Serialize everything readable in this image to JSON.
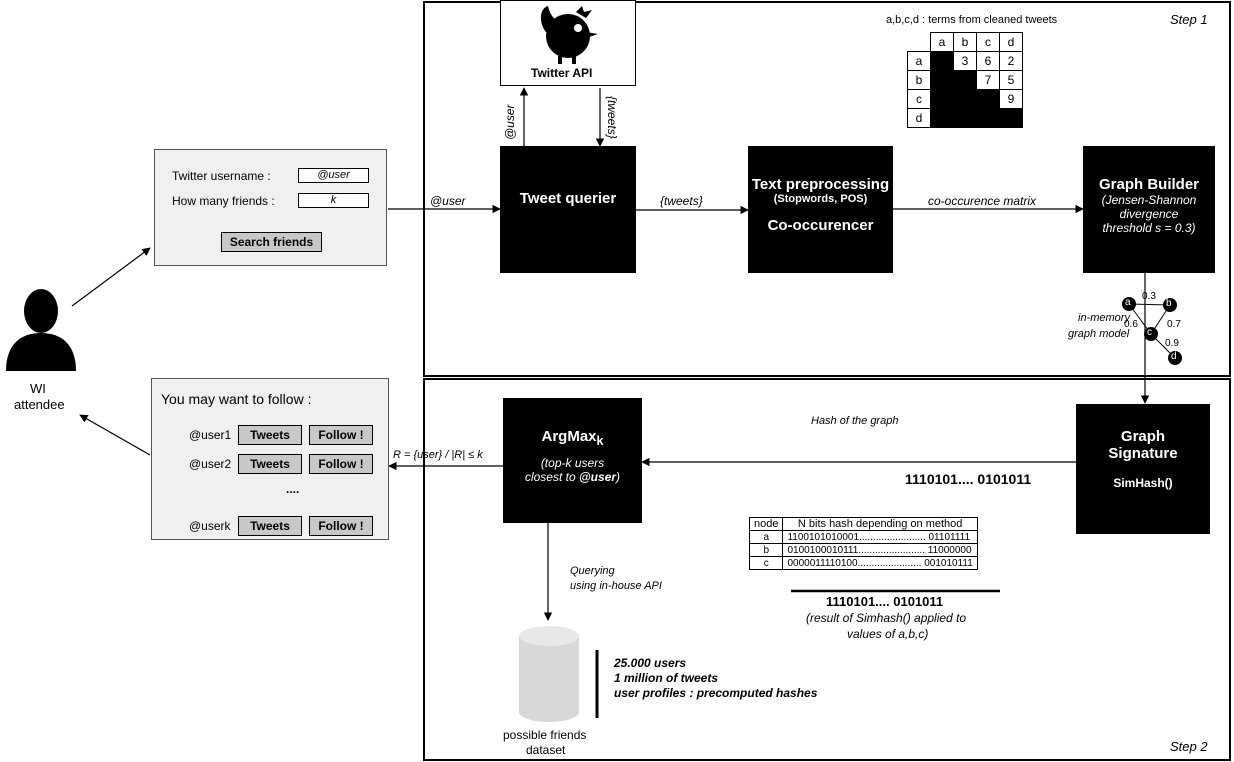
{
  "step1": "Step 1",
  "step2": "Step 2",
  "attendee": {
    "line1": "WI",
    "line2": "attendee"
  },
  "search_panel": {
    "username_label": "Twitter username :",
    "username_value": "@user",
    "friends_label": "How many friends :",
    "friends_value": "k",
    "search_button": "Search friends"
  },
  "result_panel": {
    "title": "You may want to follow :",
    "rows": [
      {
        "user": "@user1",
        "tweets": "Tweets",
        "follow": "Follow !"
      },
      {
        "user": "@user2",
        "tweets": "Tweets",
        "follow": "Follow !"
      },
      {
        "user": "@userk",
        "tweets": "Tweets",
        "follow": "Follow !"
      }
    ],
    "ellipsis": "...."
  },
  "twitter_api": "Twitter API",
  "edge_labels": {
    "at_user_in": "@user",
    "at_user_up": "@user",
    "tweets_down": "{tweets}",
    "tweets_mid": "{tweets}",
    "cooc_matrix": "co-occurence matrix",
    "in_memory_1": "in-memory",
    "in_memory_2": "graph model",
    "hash_of_graph": "Hash of the graph",
    "hash_bits": "1110101.... 0101011",
    "result_set": "R = {user} / |R| ≤ k",
    "querying_1": "Querying",
    "querying_2": "using in-house API"
  },
  "blocks": {
    "tweet_querier": "Tweet querier",
    "text_pre": "Text preprocessing",
    "text_pre_sub": "(Stopwords, POS)",
    "coocc": "Co-occurencer",
    "graph_builder": "Graph Builder",
    "gb_sub1": "(Jensen-Shannon",
    "gb_sub2": "divergence",
    "gb_sub3": "threshold s = 0.3)",
    "argmax": "ArgMax",
    "argmax_sub": "k",
    "argmax_d1": "(top-k users",
    "argmax_d2": "closest to",
    "argmax_d3": "@user",
    "argmax_d4": ")",
    "sig1": "Graph",
    "sig2": "Signature",
    "sig3": "SimHash()"
  },
  "matrix": {
    "caption": "a,b,c,d : terms from cleaned tweets",
    "terms": [
      "a",
      "b",
      "c",
      "d"
    ],
    "values": {
      "a-b": "3",
      "a-c": "6",
      "a-d": "2",
      "b-c": "7",
      "b-d": "5",
      "c-d": "9"
    }
  },
  "graph_model": {
    "nodes": [
      "a",
      "b",
      "c",
      "d"
    ],
    "weights": {
      "a-b": "0.3",
      "a-c": "0.6",
      "b-c": "0.7",
      "c-d": "0.9"
    }
  },
  "hash_table": {
    "headers": [
      "node",
      "N bits hash depending on method"
    ],
    "rows": [
      [
        "a",
        "1100101010001........................ 01101111"
      ],
      [
        "b",
        "0100100010111........................ 11000000"
      ],
      [
        "c",
        "0000011110100....................... 001010111"
      ]
    ],
    "result": "1110101.... 0101011",
    "note1": "(result of Simhash() applied to",
    "note2": "values of a,b,c)"
  },
  "dataset": {
    "label1": "possible friends",
    "label2": "dataset",
    "info1": "25.000 users",
    "info2": "1 million of tweets",
    "info3": "user profiles : precomputed hashes"
  }
}
